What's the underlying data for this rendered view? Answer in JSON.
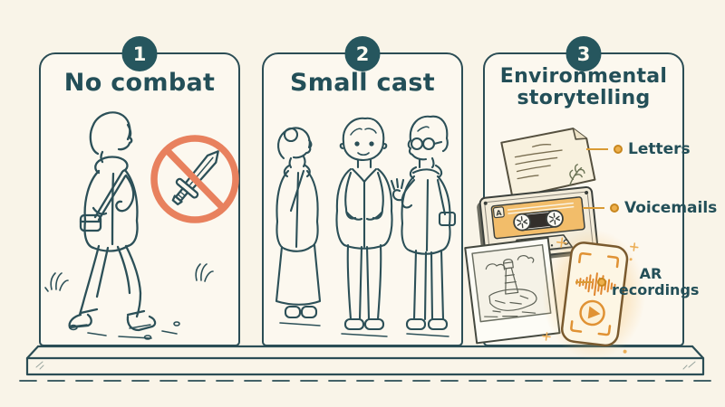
{
  "colors": {
    "background": "#f9f4e8",
    "panel_fill": "#fcf8ef",
    "ink_line": "#2c5058",
    "badge_fill": "#26565e",
    "title_text": "#234f58",
    "prohibition_red": "#e8815e",
    "connector_orange": "#d99b35",
    "cassette_label_orange": "#f2bd6a",
    "glow_orange": "#f7c678"
  },
  "panels": [
    {
      "badge": "1",
      "title": "No combat",
      "illustration": "person walking beside a crossed-out sword prohibition sign"
    },
    {
      "badge": "2",
      "title": "Small cast",
      "illustration": "three people standing and talking"
    },
    {
      "badge": "3",
      "title": "Environmental storytelling",
      "cassette_side_label": "A",
      "items": [
        {
          "label": "Letters",
          "icon": "handwritten-letter-icon"
        },
        {
          "label": "Voicemails",
          "icon": "cassette-tape-icon"
        },
        {
          "label": "AR recordings",
          "icon": "ar-audio-card-icon"
        }
      ]
    }
  ]
}
